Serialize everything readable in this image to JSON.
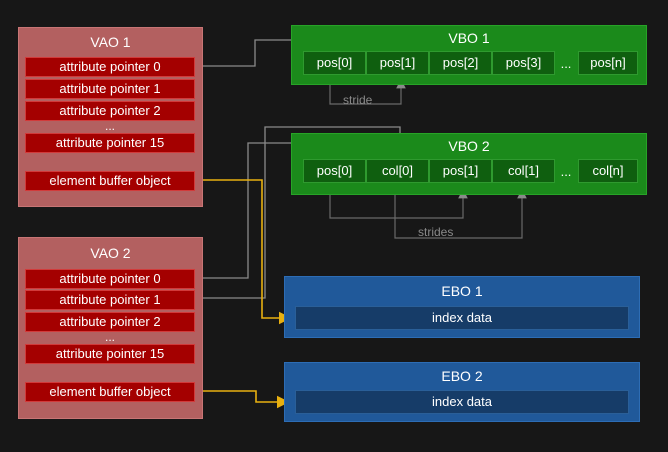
{
  "vao1": {
    "title": "VAO 1",
    "pointers": [
      "attribute pointer 0",
      "attribute pointer 1",
      "attribute pointer 2"
    ],
    "ellipsis": "...",
    "last_pointer": "attribute pointer 15",
    "ebo_slot": "element buffer object"
  },
  "vao2": {
    "title": "VAO 2",
    "pointers": [
      "attribute pointer 0",
      "attribute pointer 1",
      "attribute pointer 2"
    ],
    "ellipsis": "...",
    "last_pointer": "attribute pointer 15",
    "ebo_slot": "element buffer object"
  },
  "vbo1": {
    "title": "VBO 1",
    "cells": [
      "pos[0]",
      "pos[1]",
      "pos[2]",
      "pos[3]"
    ],
    "ellipsis": "...",
    "last_cell": "pos[n]",
    "stride_label": "stride"
  },
  "vbo2": {
    "title": "VBO 2",
    "cells": [
      "pos[0]",
      "col[0]",
      "pos[1]",
      "col[1]"
    ],
    "ellipsis": "...",
    "last_cell": "col[n]",
    "stride_label": "strides"
  },
  "ebo1": {
    "title": "EBO 1",
    "content": "index data"
  },
  "ebo2": {
    "title": "EBO 2",
    "content": "index data"
  },
  "colors": {
    "background": "#171717",
    "vao": "#b36060",
    "vao_cell": "#a40000",
    "vbo": "#1b8a1b",
    "vbo_cell": "#0f5f0f",
    "ebo": "#20599a",
    "ebo_cell": "#163c68",
    "ebo_link": "#e8b010",
    "pointer_link": "#9a9a9a"
  }
}
